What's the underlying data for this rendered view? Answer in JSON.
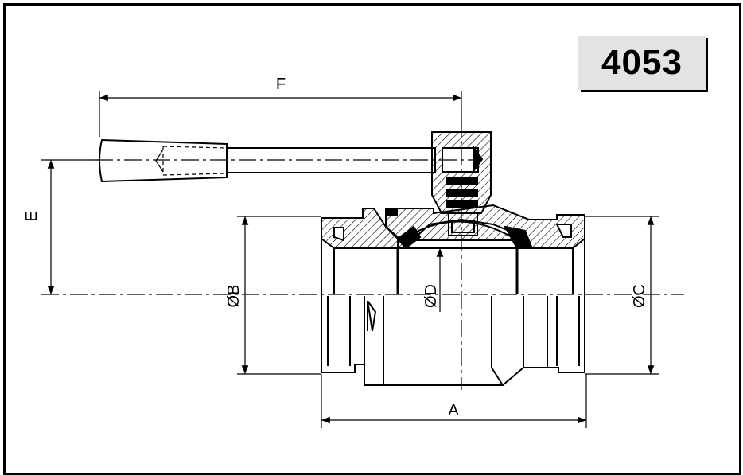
{
  "part_number": "4053",
  "dimensions": {
    "a": "A",
    "b": "ØB",
    "c": "ØC",
    "d": "ØD",
    "e": "E",
    "f": "F"
  },
  "colors": {
    "line": "#000000",
    "badge_bg": "#e3e3e3",
    "background": "#ffffff"
  }
}
